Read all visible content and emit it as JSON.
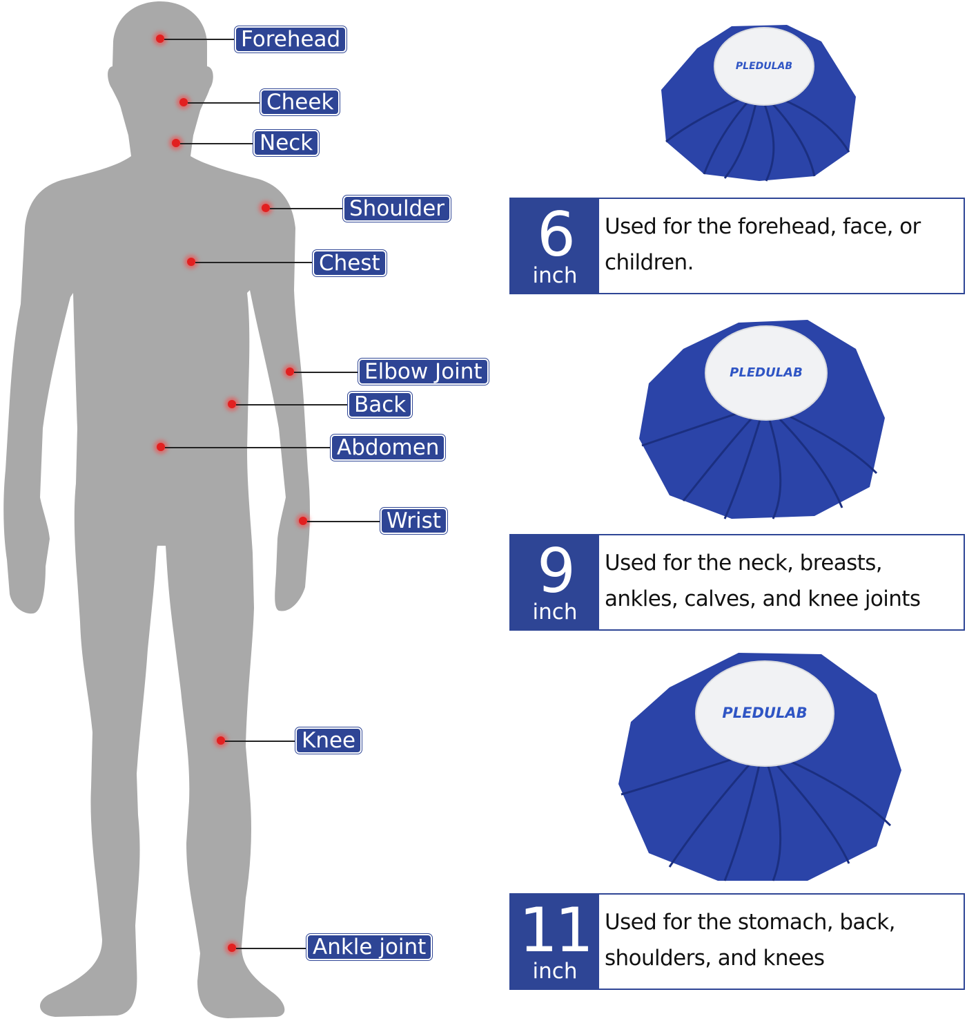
{
  "body_points": [
    {
      "label": "Forehead"
    },
    {
      "label": "Cheek"
    },
    {
      "label": "Neck"
    },
    {
      "label": "Shoulder"
    },
    {
      "label": "Chest"
    },
    {
      "label": "Elbow Joint"
    },
    {
      "label": "Back"
    },
    {
      "label": "Abdomen"
    },
    {
      "label": "Wrist"
    },
    {
      "label": "Knee"
    },
    {
      "label": "Ankle joint"
    }
  ],
  "brand": "PLEDULAB",
  "sizes": [
    {
      "number": "6",
      "unit": "inch",
      "description": "Used for the forehead, face, or children."
    },
    {
      "number": "9",
      "unit": "inch",
      "description": "Used for the neck, breasts, ankles, calves, and knee joints"
    },
    {
      "number": "11",
      "unit": "inch",
      "description": "Used for  the stomach, back, shoulders, and knees"
    }
  ],
  "colors": {
    "accent": "#2e4595",
    "bag_blue": "#2b44a8",
    "silhouette": "#a9a9a9",
    "point_red": "#e22020"
  }
}
